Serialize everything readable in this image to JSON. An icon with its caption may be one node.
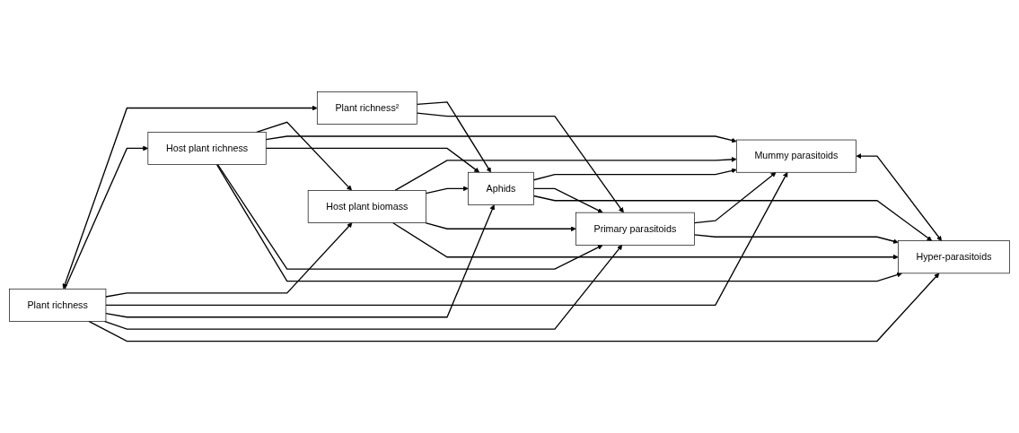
{
  "diagram": {
    "nodes": [
      {
        "text": [
          "Plant richness"
        ]
      },
      {
        "text": [
          "Plant richness²"
        ]
      },
      {
        "text": [
          "Host plant richness"
        ]
      },
      {
        "text": [
          "Host plant biomass"
        ]
      },
      {
        "text": [
          "Aphids"
        ]
      },
      {
        "text": [
          "Primary parasitoids"
        ]
      },
      {
        "text": [
          "Mummy parasitoids"
        ]
      },
      {
        "text": [
          "Hyper-parasitoids"
        ]
      }
    ],
    "edges": [
      {
        "from": 0,
        "to": 1,
        "arrow": "both"
      },
      {
        "from": 0,
        "to": 2,
        "arrow": "to"
      },
      {
        "from": 0,
        "to": 3,
        "arrow": "to"
      },
      {
        "from": 0,
        "to": 6,
        "arrow": "to"
      },
      {
        "from": 0,
        "to": 4,
        "arrow": "to"
      },
      {
        "from": 0,
        "to": 5,
        "arrow": "to"
      },
      {
        "from": 0,
        "to": 7,
        "arrow": "to"
      },
      {
        "from": 1,
        "to": 4,
        "arrow": "to"
      },
      {
        "from": 1,
        "to": 5,
        "arrow": "to"
      },
      {
        "from": 2,
        "to": 3,
        "arrow": "to"
      },
      {
        "from": 2,
        "to": 6,
        "arrow": "to"
      },
      {
        "from": 2,
        "to": 4,
        "arrow": "to"
      },
      {
        "from": 2,
        "to": 5,
        "arrow": "to"
      },
      {
        "from": 2,
        "to": 7,
        "arrow": "to"
      },
      {
        "from": 3,
        "to": 6,
        "arrow": "to"
      },
      {
        "from": 3,
        "to": 4,
        "arrow": "to"
      },
      {
        "from": 3,
        "to": 5,
        "arrow": "to"
      },
      {
        "from": 3,
        "to": 7,
        "arrow": "to"
      },
      {
        "from": 4,
        "to": 6,
        "arrow": "to"
      },
      {
        "from": 4,
        "to": 5,
        "arrow": "to"
      },
      {
        "from": 4,
        "to": 7,
        "arrow": "to"
      },
      {
        "from": 5,
        "to": 6,
        "arrow": "to"
      },
      {
        "from": 5,
        "to": 7,
        "arrow": "to"
      },
      {
        "from": 6,
        "to": 7,
        "arrow": "both"
      }
    ]
  }
}
